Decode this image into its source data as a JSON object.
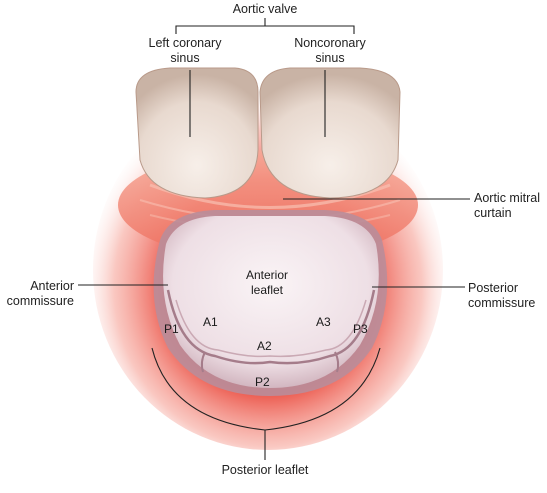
{
  "labels": {
    "aortic_valve": "Aortic valve",
    "left_coronary_sinus": [
      "Left coronary",
      "sinus"
    ],
    "noncoronary_sinus": [
      "Noncoronary",
      "sinus"
    ],
    "aortic_mitral_curtain": [
      "Aortic mitral",
      "curtain"
    ],
    "anterior_commissure": [
      "Anterior",
      "commissure"
    ],
    "posterior_commissure": [
      "Posterior",
      "commissure"
    ],
    "anterior_leaflet": [
      "Anterior",
      "leaflet"
    ],
    "posterior_leaflet": "Posterior leaflet"
  },
  "segments": {
    "a1": "A1",
    "a2": "A2",
    "a3": "A3",
    "p1": "P1",
    "p2": "P2",
    "p3": "P3"
  },
  "colors": {
    "tissue_red": "#ec5a4e",
    "leaflet_fill": "#f1e5ea",
    "cusp_fill": "#ece0d8",
    "line": "#222222"
  }
}
